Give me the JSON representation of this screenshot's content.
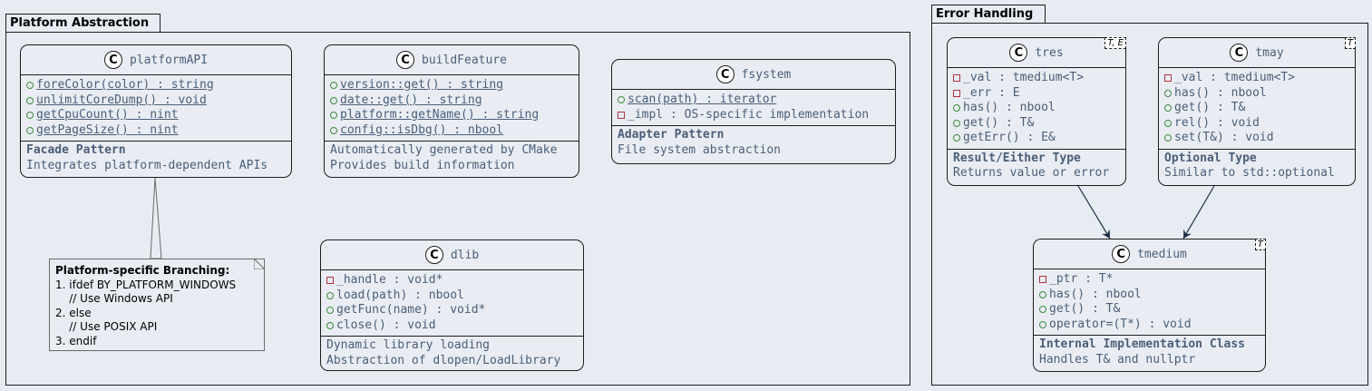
{
  "packages": {
    "platform": {
      "title": "Platform Abstraction"
    },
    "error": {
      "title": "Error Handling"
    }
  },
  "classes": {
    "platformAPI": {
      "name": "platformAPI",
      "members": [
        "foreColor(color) : string",
        "unlimitCoreDump() : void",
        "getCpuCount() : nint",
        "getPageSize() : nint"
      ],
      "desc_title": "Facade Pattern",
      "desc": "Integrates platform-dependent APIs"
    },
    "buildFeature": {
      "name": "buildFeature",
      "members": [
        "version::get() : string",
        "date::get() : string",
        "platform::getName() : string",
        "config::isDbg() : nbool"
      ],
      "desc": [
        "Automatically generated by CMake",
        "Provides build information"
      ]
    },
    "fsystem": {
      "name": "fsystem",
      "members": [
        "scan(path) : iterator",
        "_impl : OS-specific implementation"
      ],
      "desc_title": "Adapter Pattern",
      "desc": "File system abstraction"
    },
    "dlib": {
      "name": "dlib",
      "members": [
        "_handle : void*",
        "load(path) : nbool",
        "getFunc(name) : void*",
        "close() : void"
      ],
      "desc": [
        "Dynamic library loading",
        "Abstraction of dlopen/LoadLibrary"
      ]
    },
    "tres": {
      "name": "tres",
      "tparam": "T, E",
      "members": [
        "_val : tmedium<T>",
        "_err : E",
        "has() : nbool",
        "get() : T&",
        "getErr() : E&"
      ],
      "desc_title": "Result/Either Type",
      "desc": "Returns value or error"
    },
    "tmay": {
      "name": "tmay",
      "tparam": "T",
      "members": [
        "_val : tmedium<T>",
        "has() : nbool",
        "get() : T&",
        "rel() : void",
        "set(T&) : void"
      ],
      "desc_title": "Optional Type",
      "desc": "Similar to std::optional"
    },
    "tmedium": {
      "name": "tmedium",
      "tparam": "T",
      "members": [
        "_ptr : T*",
        "has() : nbool",
        "get() : T&",
        "operator=(T*) : void"
      ],
      "desc_title": "Internal Implementation Class",
      "desc": "Handles T& and nullptr"
    }
  },
  "note": {
    "title": "Platform-specific Branching:",
    "lines": [
      "1. ifdef BY_PLATFORM_WINDOWS",
      "    // Use Windows API",
      "2. else",
      "    // Use POSIX API",
      "3. endif"
    ]
  },
  "colors": {
    "background": "#e7ebf2",
    "class_text": "#4b5e78",
    "public": "#3c8a3c",
    "private": "#b1303a",
    "arrow": "#1b2d45"
  }
}
